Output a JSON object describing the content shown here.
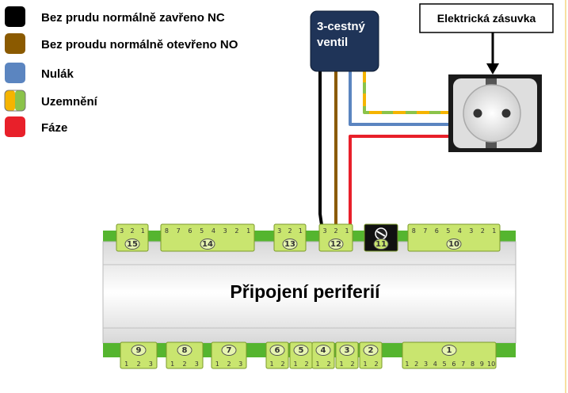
{
  "legend": [
    {
      "label": "Bez prudu normálně zavřeno NC",
      "color": "#000000"
    },
    {
      "label": "Bez proudu normálně otevřeno NO",
      "color": "#8B5A00"
    },
    {
      "label": "Nulák",
      "color": "#5B85C0"
    },
    {
      "label": "Uzemnění",
      "color": "#F5B400",
      "color2": "#8BC34A"
    },
    {
      "label": "Fáze",
      "color": "#E8202A"
    }
  ],
  "valve": {
    "line1": "3-cestný",
    "line2": "ventil",
    "color": "#1F3458"
  },
  "socket": {
    "label": "Elektrická zásuvka"
  },
  "module": {
    "title": "Připojení periferií",
    "top_terminals": [
      {
        "id": "15",
        "pins": "3 2 1"
      },
      {
        "id": "14",
        "pins": "8 7 6 5 4 3 2 1"
      },
      {
        "id": "13",
        "pins": "3 2 1"
      },
      {
        "id": "12",
        "pins": "3 2 1"
      },
      {
        "id": "11",
        "pins": ""
      },
      {
        "id": "10",
        "pins": "8 7 6 5 4 3 2 1"
      }
    ],
    "bottom_terminals": [
      {
        "id": "9",
        "pins": "1 2 3"
      },
      {
        "id": "8",
        "pins": "1 2 3"
      },
      {
        "id": "7",
        "pins": "1 2 3"
      },
      {
        "id": "6",
        "pins": "1 2"
      },
      {
        "id": "5",
        "pins": "1 2"
      },
      {
        "id": "4",
        "pins": "1 2"
      },
      {
        "id": "3",
        "pins": "1 2"
      },
      {
        "id": "2",
        "pins": "1 2"
      },
      {
        "id": "1",
        "pins": "1 2 3 4 5 6 7 8 9 10"
      }
    ]
  }
}
